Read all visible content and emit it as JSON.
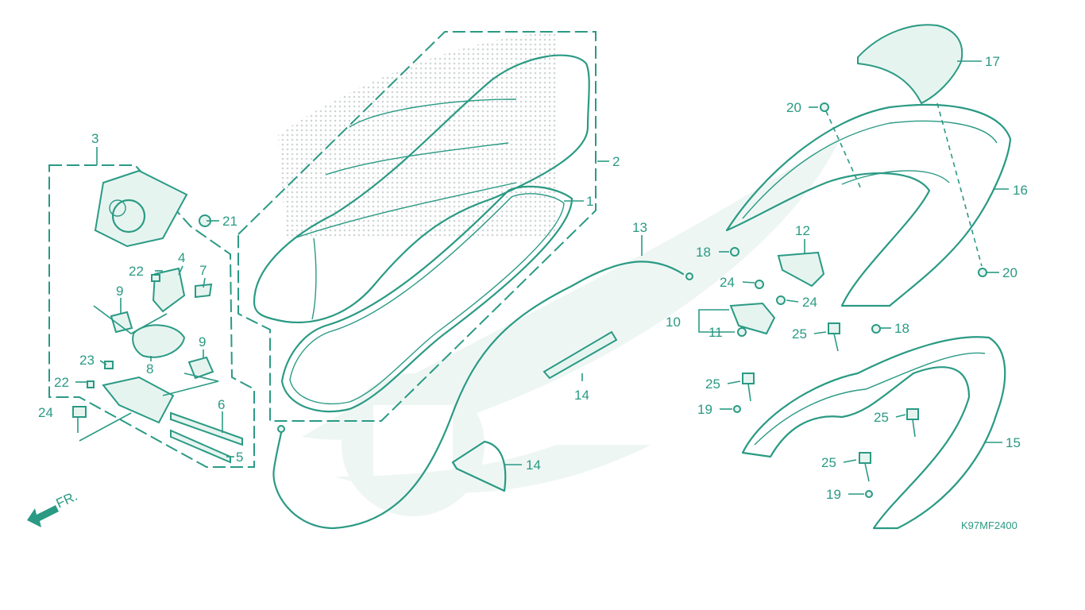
{
  "diagram": {
    "code": "K97MF2400",
    "front_label": "FR.",
    "colors": {
      "line": "#2a9a84",
      "watermark": "#eef6f3",
      "background": "#ffffff"
    },
    "callouts": {
      "c1": "1",
      "c2": "2",
      "c3": "3",
      "c4": "4",
      "c5": "5",
      "c6": "6",
      "c7": "7",
      "c8": "8",
      "c9a": "9",
      "c9b": "9",
      "c10": "10",
      "c11": "11",
      "c12": "12",
      "c13": "13",
      "c14a": "14",
      "c14b": "14",
      "c15": "15",
      "c16": "16",
      "c17": "17",
      "c18a": "18",
      "c18b": "18",
      "c19a": "19",
      "c19b": "19",
      "c20a": "20",
      "c20b": "20",
      "c21": "21",
      "c22a": "22",
      "c22b": "22",
      "c23": "23",
      "c24a": "24",
      "c24b": "24",
      "c24c": "24",
      "c25a": "25",
      "c25b": "25",
      "c25c": "25",
      "c25d": "25"
    }
  }
}
